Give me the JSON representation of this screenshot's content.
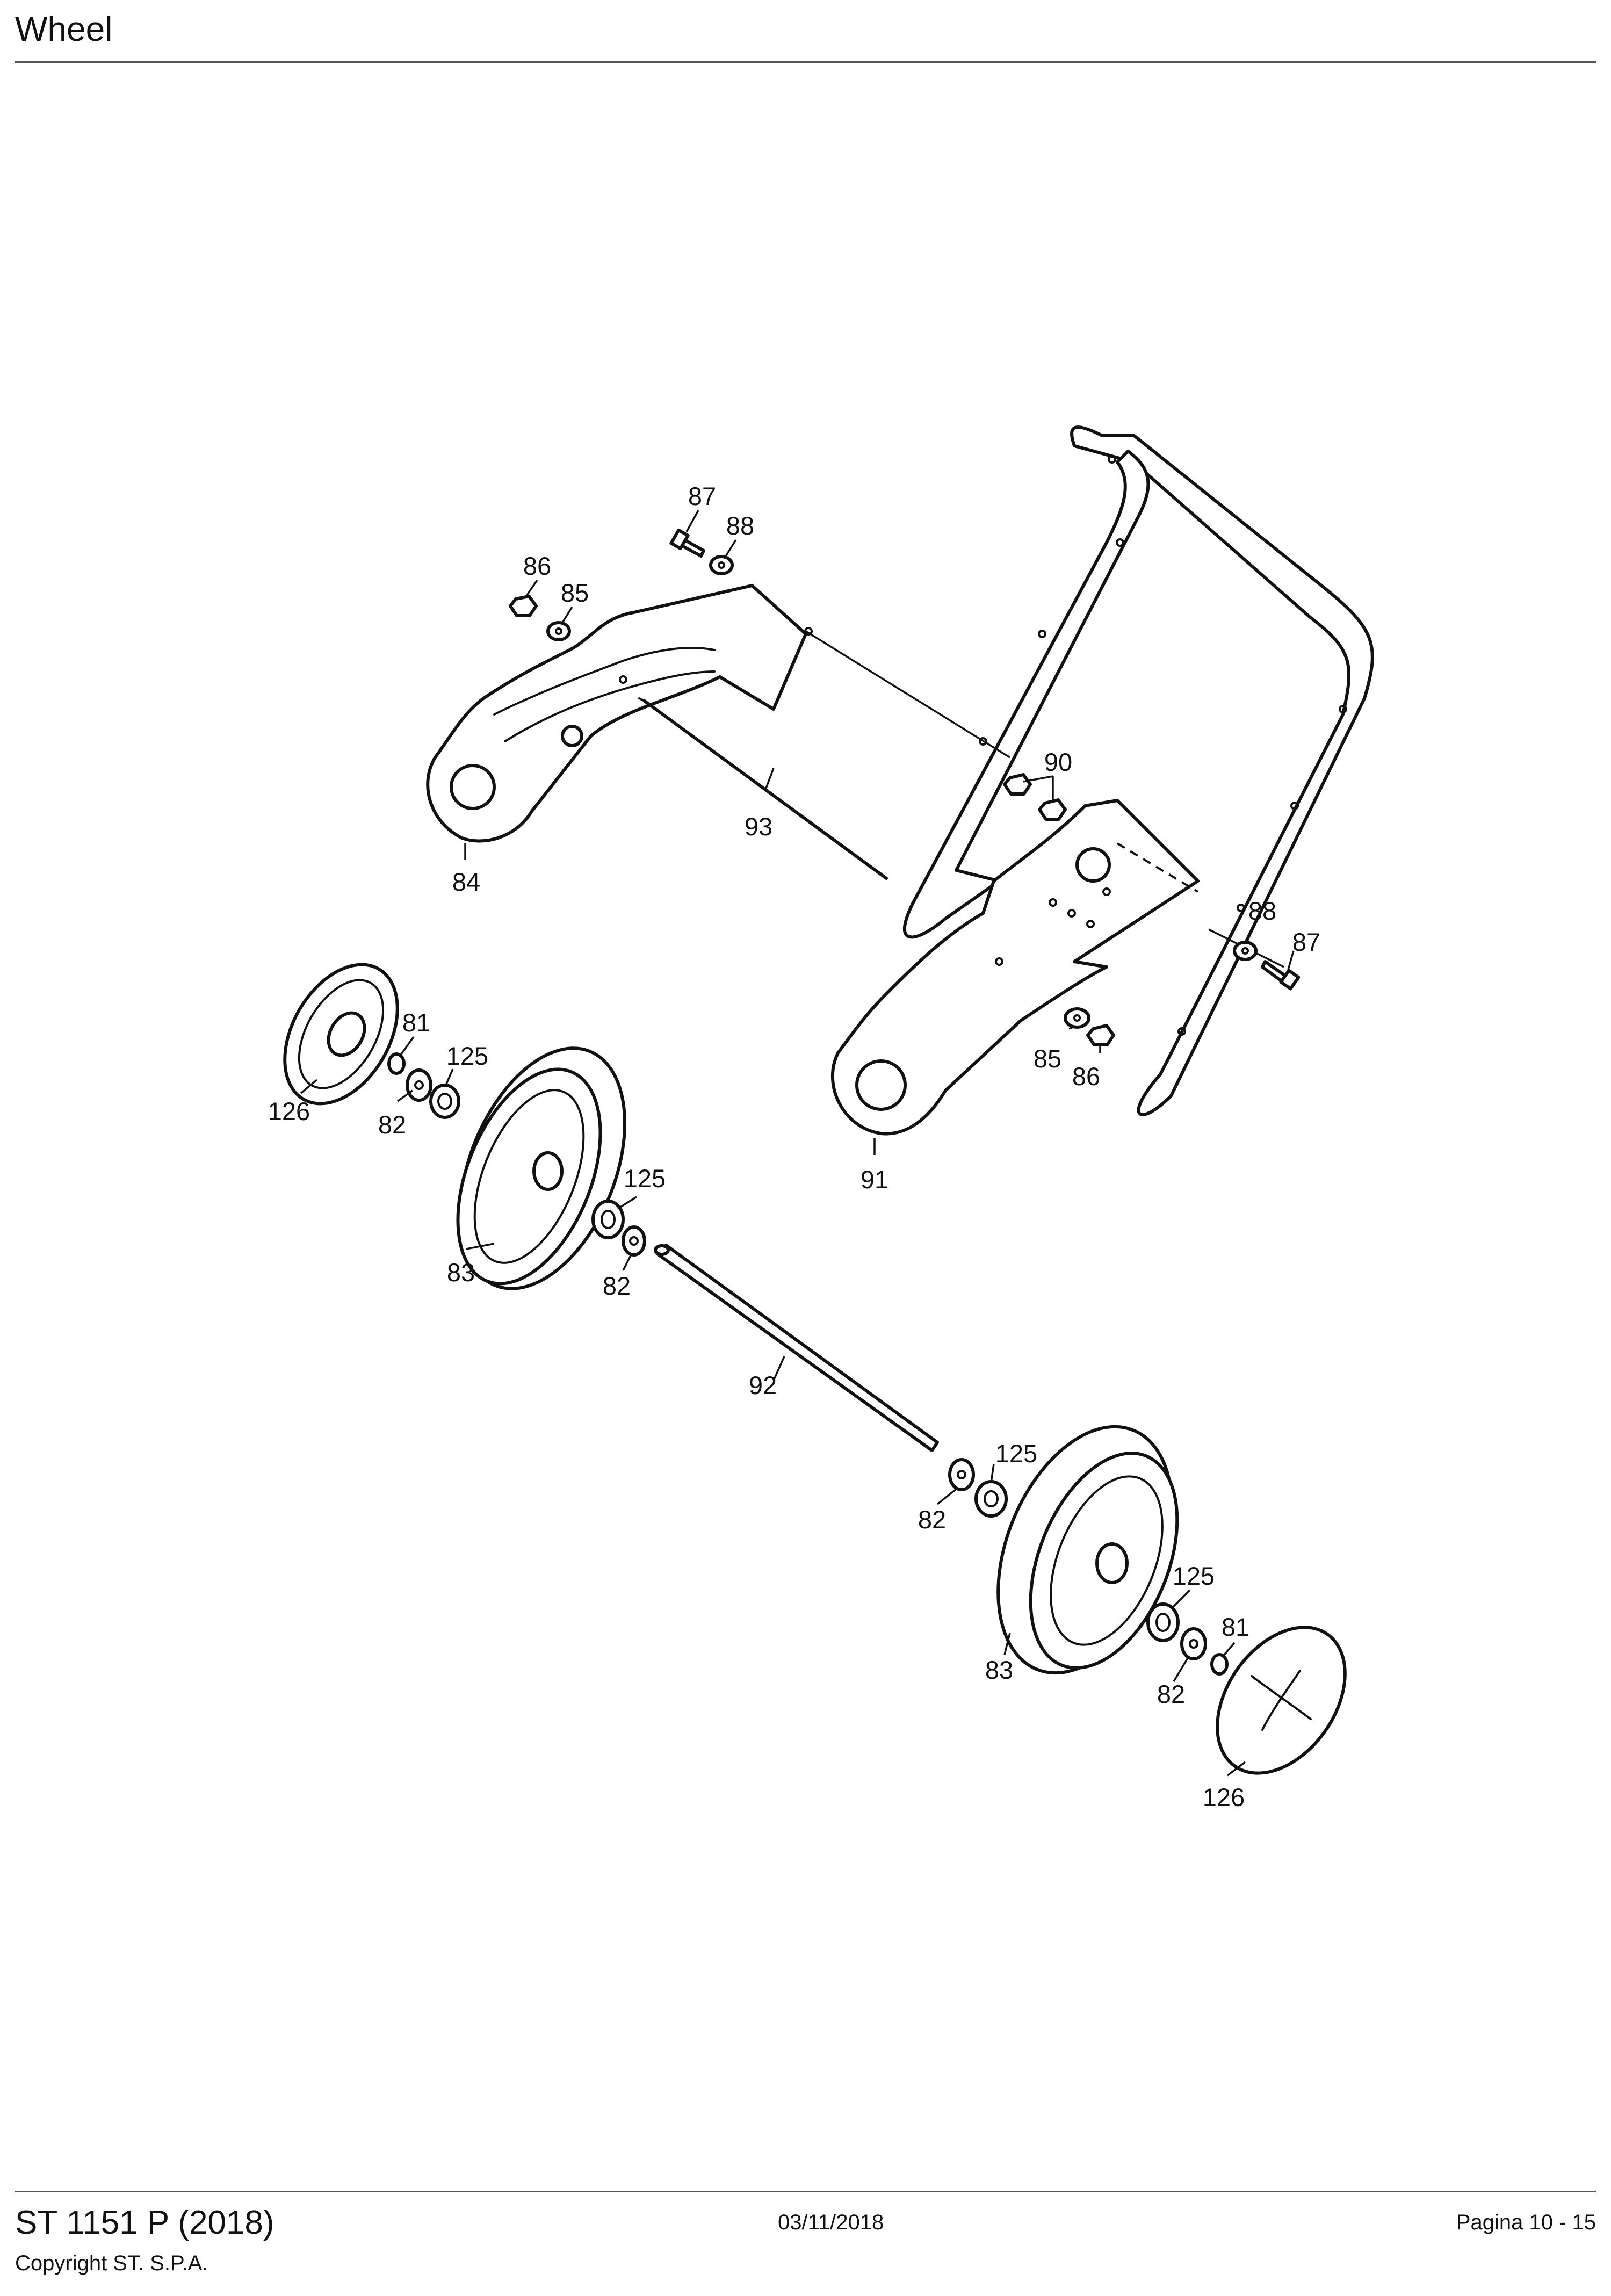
{
  "header": {
    "title": "Wheel"
  },
  "footer": {
    "model": "ST 1151 P (2018)",
    "copyright": "Copyright ST. S.P.A.",
    "date": "03/11/2018",
    "page": "Pagina 10 - 15"
  },
  "callouts": {
    "c81a": "81",
    "c81b": "81",
    "c82a": "82",
    "c82b": "82",
    "c82c": "82",
    "c82d": "82",
    "c83a": "83",
    "c83b": "83",
    "c84": "84",
    "c85a": "85",
    "c85b": "85",
    "c86a": "86",
    "c86b": "86",
    "c87a": "87",
    "c87b": "87",
    "c88a": "88",
    "c88b": "88",
    "c90": "90",
    "c91": "91",
    "c92": "92",
    "c93": "93",
    "c125a": "125",
    "c125b": "125",
    "c125c": "125",
    "c125d": "125",
    "c126a": "126",
    "c126b": "126"
  }
}
